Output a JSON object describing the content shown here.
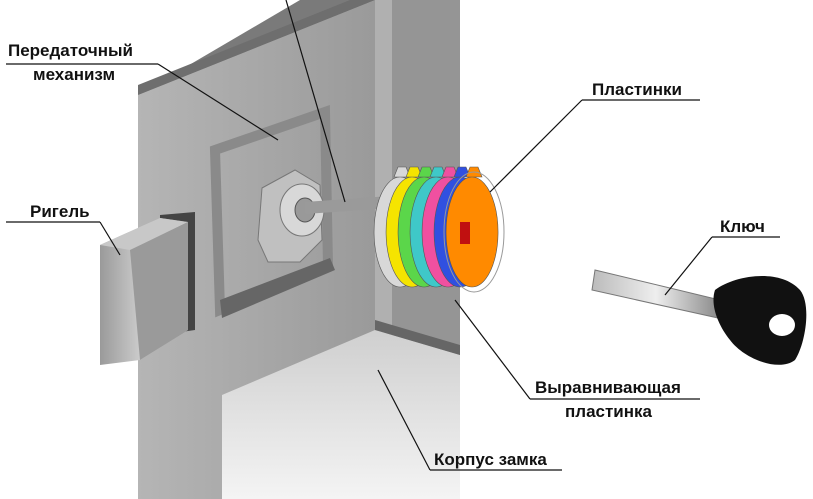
{
  "labels": {
    "transmission_line1": "Передаточный",
    "transmission_line2": "механизм",
    "bolt": "Ригель",
    "plates": "Пластинки",
    "key": "Ключ",
    "aligning_line1": "Выравнивающая",
    "aligning_line2": "пластинка",
    "body": "Корпус замка"
  },
  "colors": {
    "plates": [
      "#d8d8d8",
      "#f5e400",
      "#5bd64a",
      "#3fc8c8",
      "#f050a0",
      "#3050e0",
      "#ff8a00"
    ],
    "body_front": "#a8a8a8",
    "body_top": "#7a7a7a",
    "body_side": "#959595"
  }
}
